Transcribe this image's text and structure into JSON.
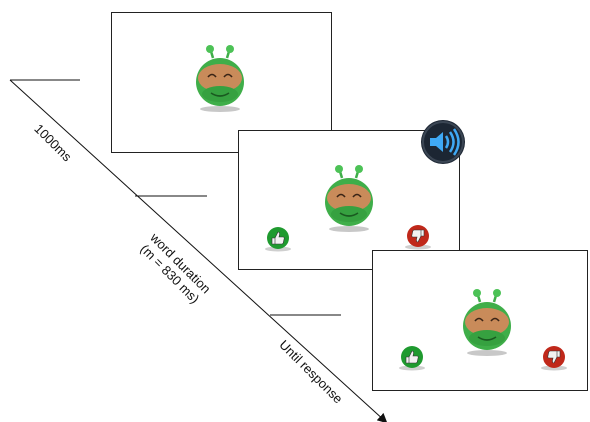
{
  "stages": [
    {
      "duration_label": "1000ms"
    },
    {
      "duration_label_line1": "word duration",
      "duration_label_line2": "(m = 830 ms)"
    },
    {
      "duration_label": "Until response"
    }
  ],
  "colors": {
    "alien_green": "#3fae49",
    "alien_face": "#c98b5a",
    "thumb_up_bg": "#1f9a2f",
    "thumb_down_bg": "#c0281a",
    "speaker_bg": "#1c2633",
    "speaker_icon": "#3fa9f5",
    "line": "#111111"
  },
  "icons": [
    "alien-icon",
    "thumbs-up-icon",
    "thumbs-down-icon",
    "speaker-icon",
    "arrow-icon"
  ]
}
